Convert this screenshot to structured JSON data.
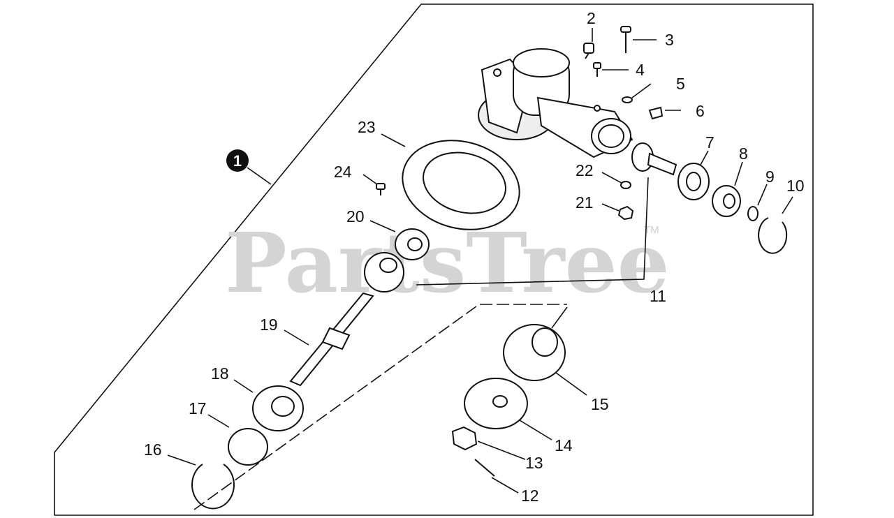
{
  "watermark": {
    "text": "PartsTree",
    "tm": "TM"
  },
  "assembly_marker": "1",
  "parts": {
    "p2": "2",
    "p3": "3",
    "p4": "4",
    "p5": "5",
    "p6": "6",
    "p7": "7",
    "p8": "8",
    "p9": "9",
    "p10": "10",
    "p11": "11",
    "p12": "12",
    "p13": "13",
    "p14": "14",
    "p15": "15",
    "p16": "16",
    "p17": "17",
    "p18": "18",
    "p19": "19",
    "p20": "20",
    "p21": "21",
    "p22": "22",
    "p23": "23",
    "p24": "24"
  }
}
